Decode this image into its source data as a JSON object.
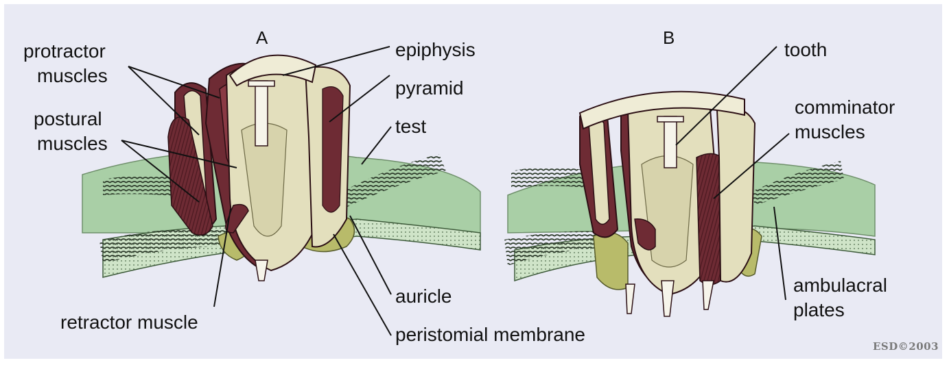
{
  "panels": {
    "a": "A",
    "b": "B"
  },
  "labels": {
    "protractor_line1": "protractor",
    "protractor_line2": "muscles",
    "postural_line1": "postural",
    "postural_line2": "muscles",
    "retractor": "retractor muscle",
    "epiphysis": "epiphysis",
    "pyramid": "pyramid",
    "test": "test",
    "auricle": "auricle",
    "peristomial": "peristomial membrane",
    "tooth": "tooth",
    "comminator_line1": "comminator",
    "comminator_line2": "muscles",
    "ambulacral_line1": "ambulacral",
    "ambulacral_line2": "plates"
  },
  "credit": "ESD©2003",
  "colors": {
    "background": "#e9eaf4",
    "test_green": "#a9cfa6",
    "bone": "#e3dfbd",
    "muscle": "#6e2b34",
    "auricle": "#b8bb6a",
    "tooth": "#f6f4ea"
  }
}
